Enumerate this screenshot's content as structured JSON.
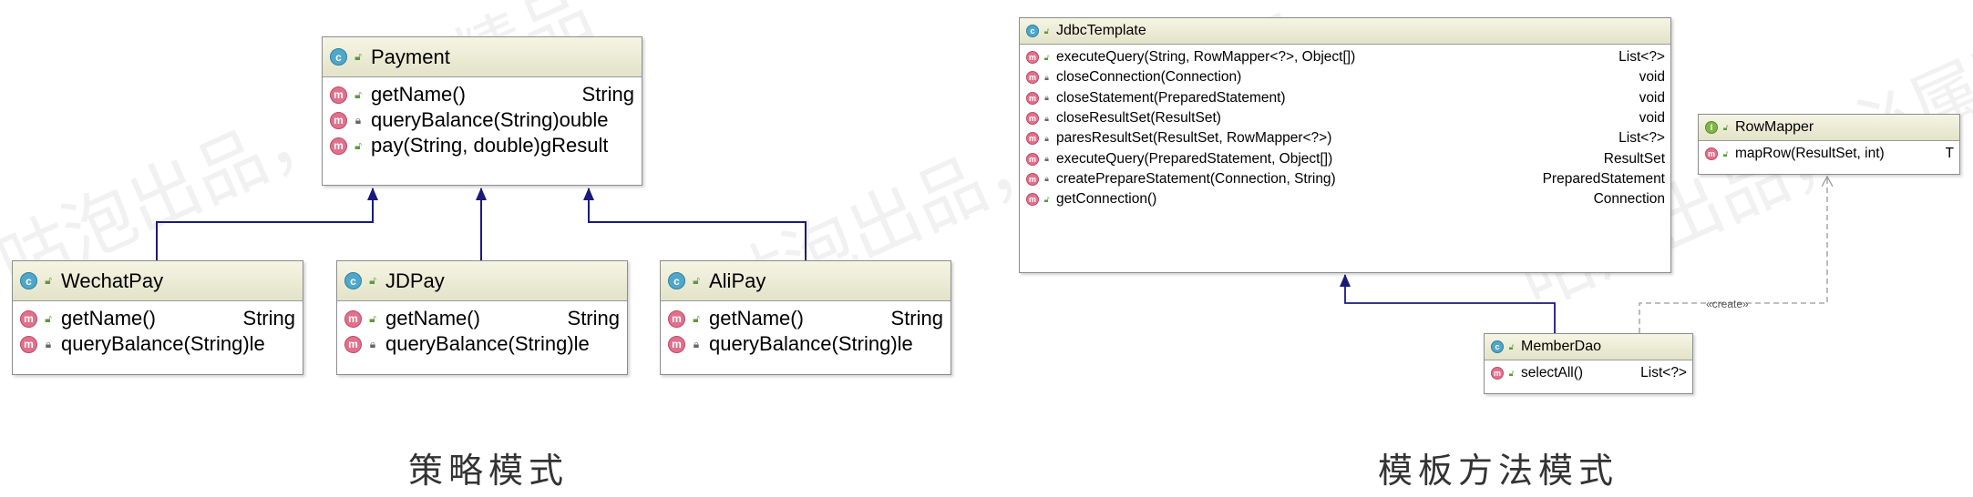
{
  "captions": {
    "strategy": "策略模式",
    "template": "模板方法模式"
  },
  "watermark": "咕泡出品，必属精品",
  "strategy": {
    "payment": {
      "name": "Payment",
      "methods": [
        {
          "name": "getName()",
          "type": "String",
          "vis": "public"
        },
        {
          "name": "queryBalance(String)",
          "type": "ouble",
          "vis": "protected"
        },
        {
          "name": "pay(String, double)",
          "type": "gResult",
          "vis": "public"
        }
      ]
    },
    "wechatpay": {
      "name": "WechatPay",
      "methods": [
        {
          "name": "getName()",
          "type": "String",
          "vis": "public"
        },
        {
          "name": "queryBalance(String)",
          "type": "le",
          "vis": "protected"
        }
      ]
    },
    "jdpay": {
      "name": "JDPay",
      "methods": [
        {
          "name": "getName()",
          "type": "String",
          "vis": "public"
        },
        {
          "name": "queryBalance(String)",
          "type": "le",
          "vis": "protected"
        }
      ]
    },
    "alipay": {
      "name": "AliPay",
      "methods": [
        {
          "name": "getName()",
          "type": "String",
          "vis": "public"
        },
        {
          "name": "queryBalance(String)",
          "type": "le",
          "vis": "protected"
        }
      ]
    }
  },
  "template": {
    "jdbc": {
      "name": "JdbcTemplate",
      "methods": [
        {
          "name": "executeQuery(String, RowMapper<?>, Object[])",
          "type": "List<?>",
          "vis": "public"
        },
        {
          "name": "closeConnection(Connection)",
          "type": "void",
          "vis": "protected"
        },
        {
          "name": "closeStatement(PreparedStatement)",
          "type": "void",
          "vis": "protected"
        },
        {
          "name": "closeResultSet(ResultSet)",
          "type": "void",
          "vis": "protected"
        },
        {
          "name": "paresResultSet(ResultSet, RowMapper<?>)",
          "type": "List<?>",
          "vis": "protected"
        },
        {
          "name": "executeQuery(PreparedStatement, Object[])",
          "type": "ResultSet",
          "vis": "protected"
        },
        {
          "name": "createPrepareStatement(Connection, String)",
          "type": "PreparedStatement",
          "vis": "protected"
        },
        {
          "name": "getConnection()",
          "type": "Connection",
          "vis": "public"
        }
      ]
    },
    "rowmapper": {
      "name": "RowMapper",
      "methods": [
        {
          "name": "mapRow(ResultSet, int)",
          "type": "T",
          "vis": "public"
        }
      ]
    },
    "memberdao": {
      "name": "MemberDao",
      "methods": [
        {
          "name": "selectAll()",
          "type": "List<?>",
          "vis": "public"
        }
      ]
    },
    "create_label": "«create»"
  },
  "colors": {
    "inheritance": "#1a1a7a",
    "dependency": "#999999",
    "header": "#e3e3c9"
  }
}
